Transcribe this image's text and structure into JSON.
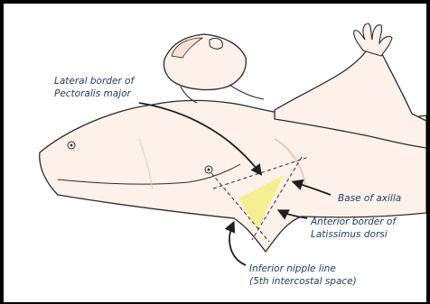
{
  "labels": {
    "pectoralis_line1": "Lateral border of",
    "pectoralis_line2": "Pectoralis major",
    "base_axilla": "Base of axilla",
    "latissimus_line1": "Anterior border of",
    "latissimus_line2": "Latissimus dorsi",
    "nipple_line1": "Inferior nipple line",
    "nipple_line2": "(5th intercostal space)"
  },
  "colors": {
    "skin": "#fdf1ea",
    "skin_shade": "#f6e0d3",
    "outline": "#2b2b2b",
    "triangle_fill": "#f5ee8c",
    "label_text": "#1e3a5c",
    "arrow": "#1f1f1f"
  }
}
